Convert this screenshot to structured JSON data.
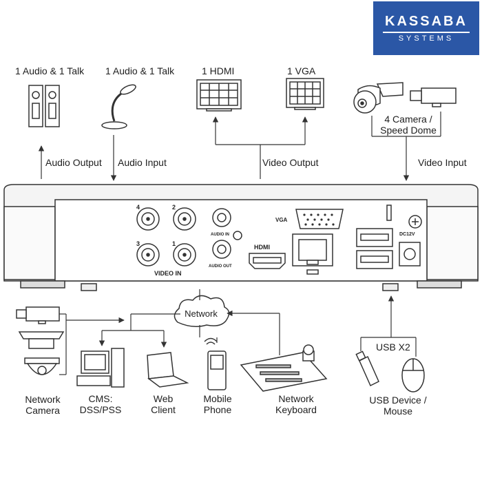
{
  "logo": {
    "line1": "KASSABA",
    "line2": "SYSTEMS"
  },
  "top": {
    "speaker_label": "1 Audio  & 1 Talk",
    "mic_label": "1 Audio & 1 Talk",
    "hdmi_label": "1 HDMI",
    "vga_label": "1 VGA",
    "camera_label_1": "4  Camera /",
    "camera_label_2": "Speed Dome",
    "audio_output": "Audio  Output",
    "audio_input": "Audio  Input",
    "video_output": "Video Output",
    "video_input": "Video Input"
  },
  "panel": {
    "bnc_numbers": [
      "4",
      "2",
      "3",
      "1"
    ],
    "video_in": "VIDEO IN",
    "audio_in": "AUDIO IN",
    "audio_out": "AUDIO OUT",
    "vga": "VGA",
    "hdmi": "HDMI",
    "dc_label": "DC12V"
  },
  "bottom": {
    "network": "Network",
    "usb_x2": "USB X2",
    "network_camera": [
      "Network",
      "Camera"
    ],
    "cms": [
      "CMS:",
      "DSS/PSS"
    ],
    "web_client": [
      "Web",
      "Client"
    ],
    "mobile_phone": [
      "Mobile",
      "Phone"
    ],
    "network_keyboard": [
      "Network",
      "Keyboard"
    ],
    "usb_device": [
      "USB Device /",
      "Mouse"
    ]
  },
  "icons": [
    "speaker-icon",
    "microphone-icon",
    "monitor-icon",
    "camera-icon",
    "speed-dome-icon",
    "cloud-icon",
    "desktop-pc-icon",
    "laptop-icon",
    "mobile-phone-icon",
    "keyboard-joystick-icon",
    "usb-stick-icon",
    "mouse-icon"
  ]
}
